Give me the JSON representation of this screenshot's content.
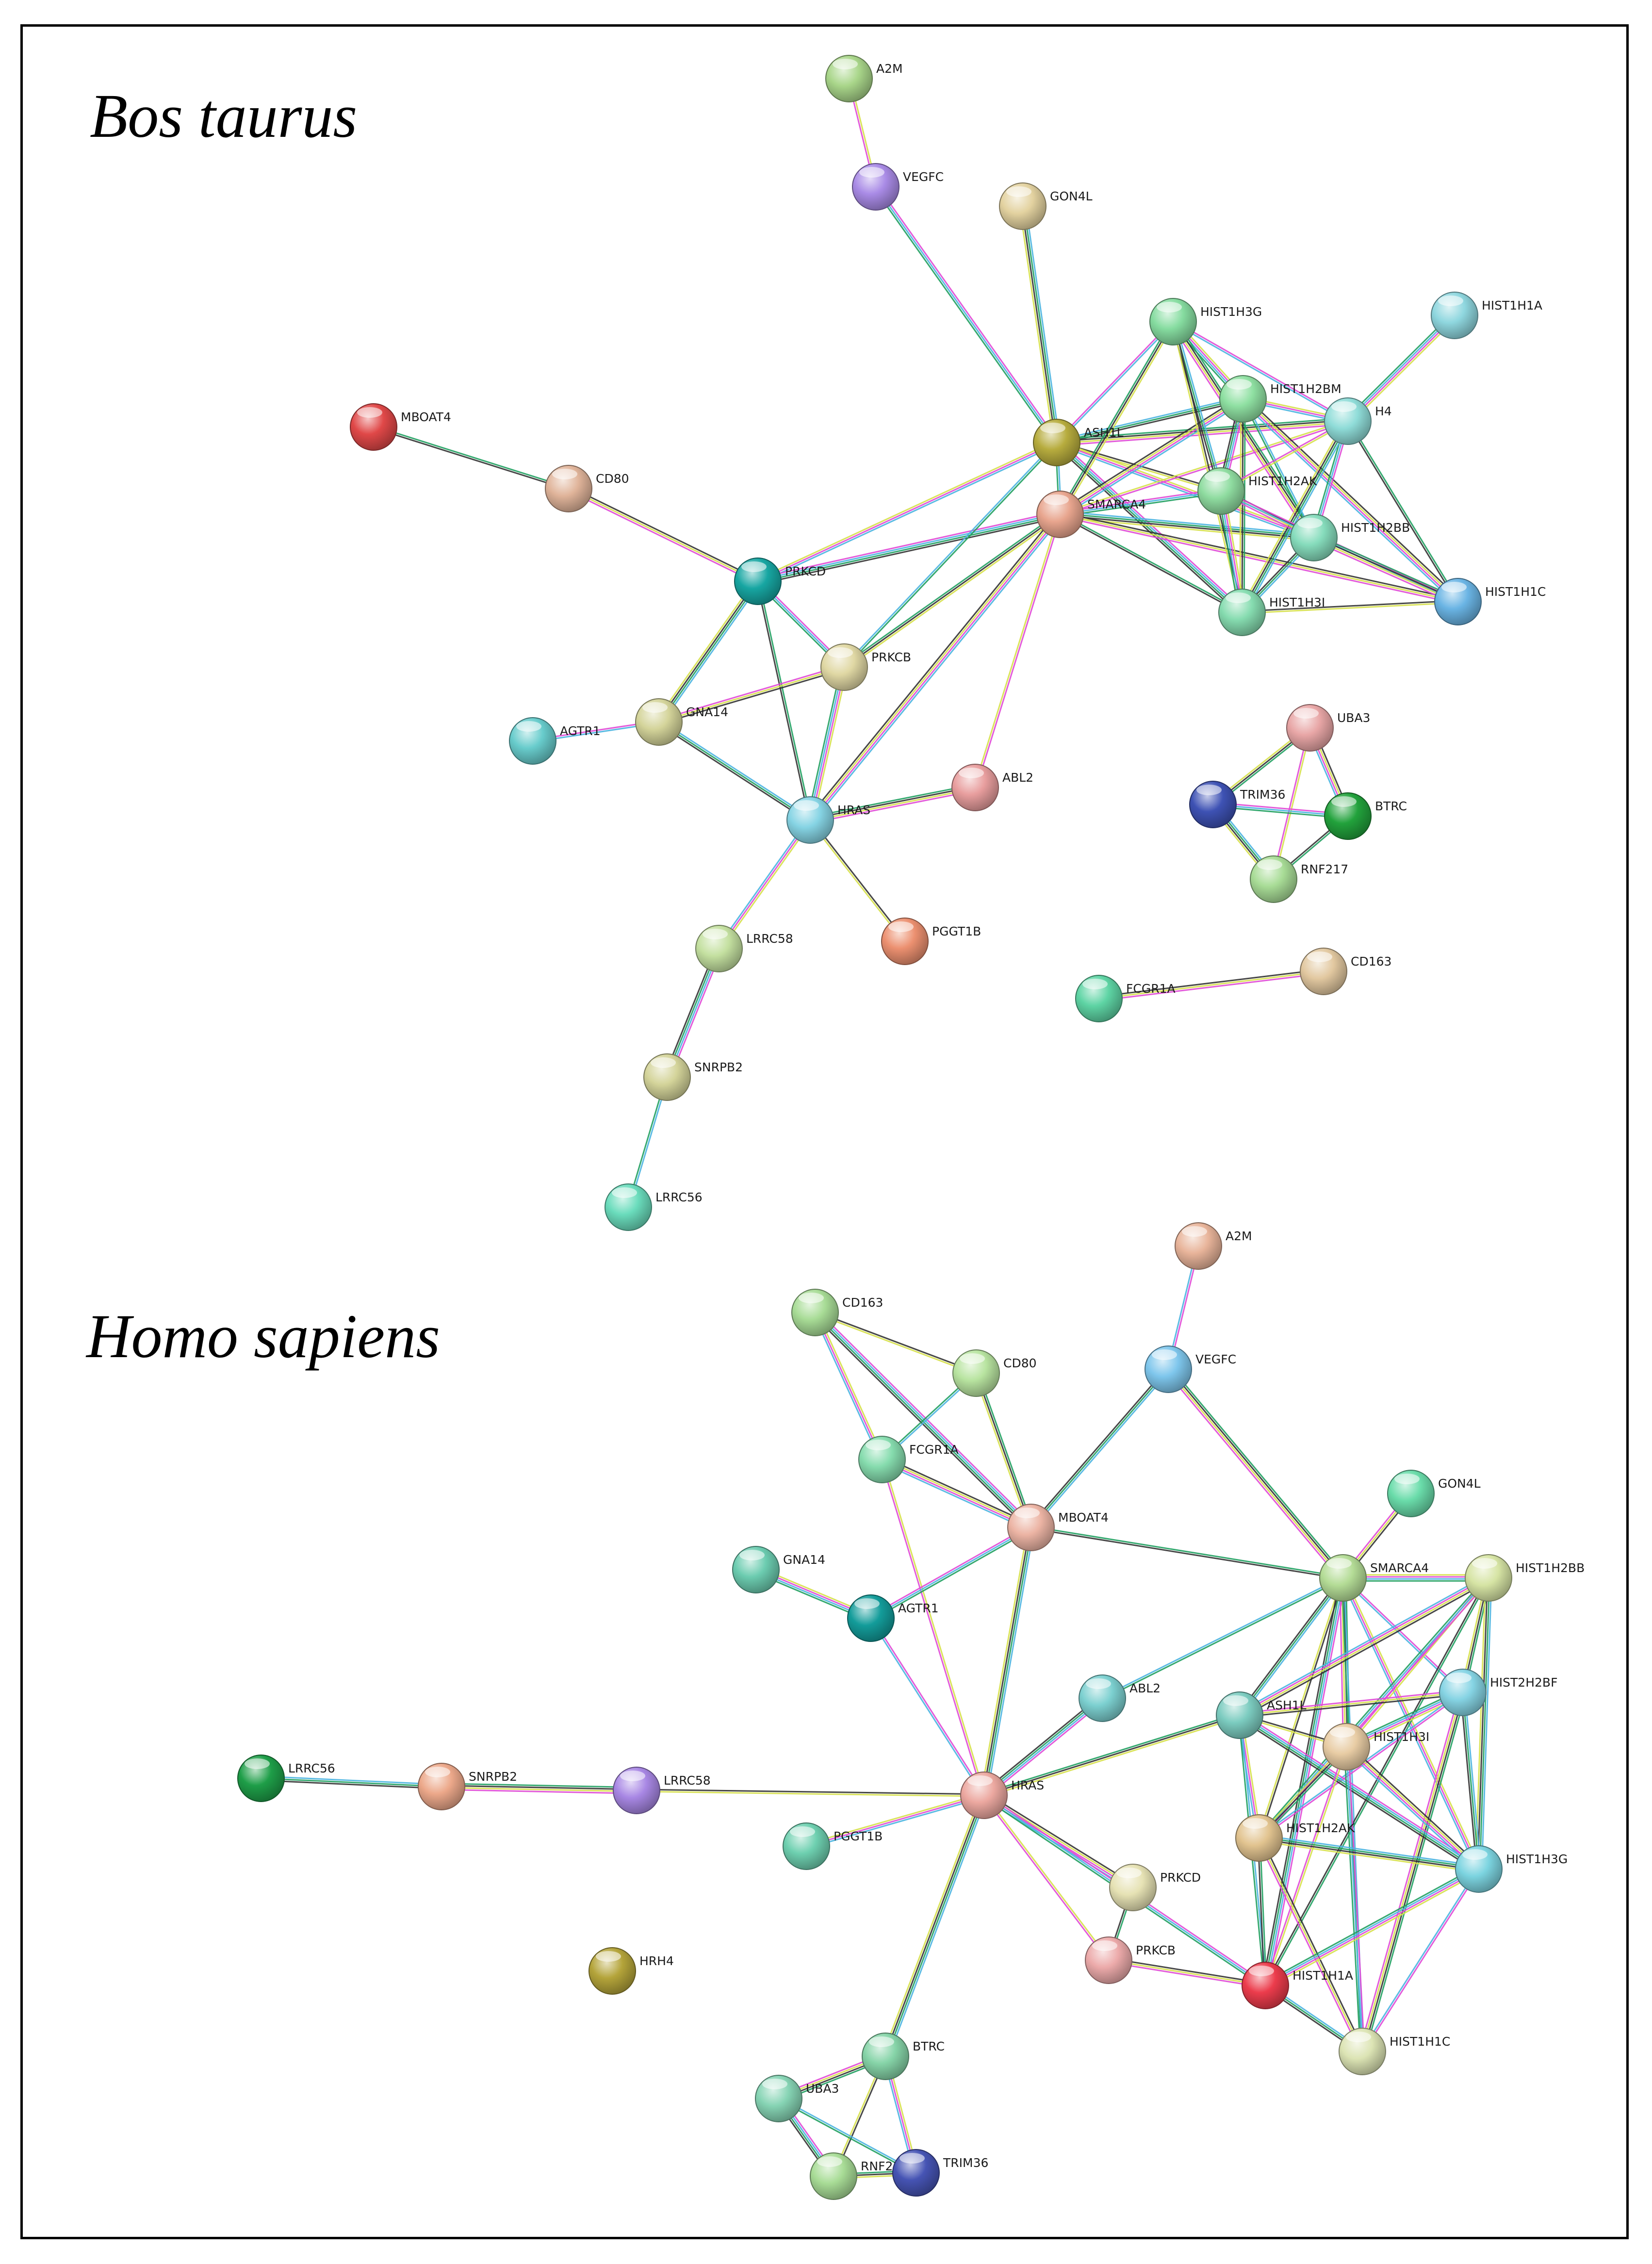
{
  "panels": [
    {
      "title": "Bos taurus",
      "nodes": [
        {
          "id": "A2M",
          "label": "A2M",
          "color": "#a9d68a"
        },
        {
          "id": "VEGFC",
          "label": "VEGFC",
          "color": "#a98be6"
        },
        {
          "id": "GON4L",
          "label": "GON4L",
          "color": "#e3d2a0"
        },
        {
          "id": "HIST1H3G",
          "label": "HIST1H3G",
          "color": "#86dca0"
        },
        {
          "id": "HIST1H1A",
          "label": "HIST1H1A",
          "color": "#8fd7df"
        },
        {
          "id": "HIST1H2BM",
          "label": "HIST1H2BM",
          "color": "#8fe0a2"
        },
        {
          "id": "H4",
          "label": "H4",
          "color": "#8fdcd8"
        },
        {
          "id": "MBOAT4",
          "label": "MBOAT4",
          "color": "#e04848"
        },
        {
          "id": "ASH1L",
          "label": "ASH1L",
          "color": "#b7ac3e"
        },
        {
          "id": "HIST1H2AK",
          "label": "HIST1H2AK",
          "color": "#8fdca0"
        },
        {
          "id": "CD80",
          "label": "CD80",
          "color": "#e0b49a"
        },
        {
          "id": "SMARCA4",
          "label": "SMARCA4",
          "color": "#e8a58e"
        },
        {
          "id": "HIST1H2BB",
          "label": "HIST1H2BB",
          "color": "#86dcbc"
        },
        {
          "id": "PRKCD",
          "label": "PRKCD",
          "color": "#17a6a2"
        },
        {
          "id": "HIST1H1C",
          "label": "HIST1H1C",
          "color": "#6ab4e4"
        },
        {
          "id": "HIST1H3I",
          "label": "HIST1H3I",
          "color": "#86dcb0"
        },
        {
          "id": "PRKCB",
          "label": "PRKCB",
          "color": "#e0d8a4"
        },
        {
          "id": "UBA3",
          "label": "UBA3",
          "color": "#e8a6a6"
        },
        {
          "id": "AGTR1",
          "label": "AGTR1",
          "color": "#68cccc"
        },
        {
          "id": "GNA14",
          "label": "GNA14",
          "color": "#d4d49a"
        },
        {
          "id": "TRIM36",
          "label": "TRIM36",
          "color": "#3e52b4"
        },
        {
          "id": "BTRC",
          "label": "BTRC",
          "color": "#22a23c"
        },
        {
          "id": "ABL2",
          "label": "ABL2",
          "color": "#e89e9e"
        },
        {
          "id": "HRAS",
          "label": "HRAS",
          "color": "#86d4e4"
        },
        {
          "id": "RNF217",
          "label": "RNF217",
          "color": "#a8dc96"
        },
        {
          "id": "LRRC58",
          "label": "LRRC58",
          "color": "#c4e0a0"
        },
        {
          "id": "PGGT1B",
          "label": "PGGT1B",
          "color": "#ec9070"
        },
        {
          "id": "CD163",
          "label": "CD163",
          "color": "#e2c8a0"
        },
        {
          "id": "FCGR1A",
          "label": "FCGR1A",
          "color": "#5ed4a4"
        },
        {
          "id": "SNRPB2",
          "label": "SNRPB2",
          "color": "#d4d49a"
        },
        {
          "id": "LRRC56",
          "label": "LRRC56",
          "color": "#6adcbc"
        }
      ],
      "edges": [
        [
          "A2M",
          "VEGFC"
        ],
        [
          "VEGFC",
          "ASH1L"
        ],
        [
          "GON4L",
          "ASH1L"
        ],
        [
          "MBOAT4",
          "CD80"
        ],
        [
          "CD80",
          "PRKCD"
        ],
        [
          "HIST1H1A",
          "H4"
        ],
        [
          "ASH1L",
          "HIST1H3G"
        ],
        [
          "ASH1L",
          "HIST1H2BM"
        ],
        [
          "ASH1L",
          "H4"
        ],
        [
          "ASH1L",
          "HIST1H2AK"
        ],
        [
          "ASH1L",
          "HIST1H2BB"
        ],
        [
          "ASH1L",
          "HIST1H3I"
        ],
        [
          "ASH1L",
          "SMARCA4"
        ],
        [
          "SMARCA4",
          "HIST1H3G"
        ],
        [
          "SMARCA4",
          "HIST1H2BM"
        ],
        [
          "SMARCA4",
          "H4"
        ],
        [
          "SMARCA4",
          "HIST1H2AK"
        ],
        [
          "SMARCA4",
          "HIST1H2BB"
        ],
        [
          "SMARCA4",
          "HIST1H3I"
        ],
        [
          "SMARCA4",
          "HIST1H1C"
        ],
        [
          "HIST1H3G",
          "HIST1H2BM"
        ],
        [
          "HIST1H3G",
          "H4"
        ],
        [
          "HIST1H3G",
          "HIST1H2AK"
        ],
        [
          "HIST1H3G",
          "HIST1H2BB"
        ],
        [
          "HIST1H3G",
          "HIST1H3I"
        ],
        [
          "HIST1H2BM",
          "H4"
        ],
        [
          "HIST1H2BM",
          "HIST1H2AK"
        ],
        [
          "HIST1H2BM",
          "HIST1H2BB"
        ],
        [
          "HIST1H2BM",
          "HIST1H3I"
        ],
        [
          "HIST1H2BM",
          "HIST1H1C"
        ],
        [
          "H4",
          "HIST1H2AK"
        ],
        [
          "H4",
          "HIST1H2BB"
        ],
        [
          "H4",
          "HIST1H3I"
        ],
        [
          "H4",
          "HIST1H1C"
        ],
        [
          "HIST1H2AK",
          "HIST1H2BB"
        ],
        [
          "HIST1H2AK",
          "HIST1H3I"
        ],
        [
          "HIST1H2AK",
          "HIST1H1C"
        ],
        [
          "HIST1H2BB",
          "HIST1H3I"
        ],
        [
          "HIST1H2BB",
          "HIST1H1C"
        ],
        [
          "HIST1H3I",
          "HIST1H1C"
        ],
        [
          "PRKCD",
          "ASH1L"
        ],
        [
          "PRKCD",
          "SMARCA4"
        ],
        [
          "PRKCB",
          "ASH1L"
        ],
        [
          "PRKCB",
          "SMARCA4"
        ],
        [
          "HRAS",
          "SMARCA4"
        ],
        [
          "ABL2",
          "SMARCA4"
        ],
        [
          "PRKCD",
          "PRKCB"
        ],
        [
          "PRKCD",
          "GNA14"
        ],
        [
          "PRKCD",
          "HRAS"
        ],
        [
          "PRKCB",
          "GNA14"
        ],
        [
          "PRKCB",
          "HRAS"
        ],
        [
          "AGTR1",
          "GNA14"
        ],
        [
          "GNA14",
          "HRAS"
        ],
        [
          "HRAS",
          "ABL2"
        ],
        [
          "HRAS",
          "PGGT1B"
        ],
        [
          "HRAS",
          "LRRC58"
        ],
        [
          "LRRC58",
          "SNRPB2"
        ],
        [
          "SNRPB2",
          "LRRC56"
        ],
        [
          "UBA3",
          "TRIM36"
        ],
        [
          "UBA3",
          "BTRC"
        ],
        [
          "UBA3",
          "RNF217"
        ],
        [
          "TRIM36",
          "BTRC"
        ],
        [
          "TRIM36",
          "RNF217"
        ],
        [
          "BTRC",
          "RNF217"
        ],
        [
          "FCGR1A",
          "CD163"
        ]
      ]
    },
    {
      "title": "Homo sapiens",
      "nodes": [
        {
          "id": "A2M",
          "label": "A2M",
          "color": "#e8b49a"
        },
        {
          "id": "CD163",
          "label": "CD163",
          "color": "#a8dc96"
        },
        {
          "id": "CD80",
          "label": "CD80",
          "color": "#b8e4a0"
        },
        {
          "id": "VEGFC",
          "label": "VEGFC",
          "color": "#7ec6ec"
        },
        {
          "id": "FCGR1A",
          "label": "FCGR1A",
          "color": "#86dcae"
        },
        {
          "id": "GON4L",
          "label": "GON4L",
          "color": "#6adcaa"
        },
        {
          "id": "MBOAT4",
          "label": "MBOAT4",
          "color": "#ecb4a4"
        },
        {
          "id": "GNA14",
          "label": "GNA14",
          "color": "#6cccb0"
        },
        {
          "id": "SMARCA4",
          "label": "SMARCA4",
          "color": "#b4dc96"
        },
        {
          "id": "HIST1H2BB",
          "label": "HIST1H2BB",
          "color": "#d6e4a4"
        },
        {
          "id": "AGTR1",
          "label": "AGTR1",
          "color": "#139c9a"
        },
        {
          "id": "HIST2H2BF",
          "label": "HIST2H2BF",
          "color": "#86d4e4"
        },
        {
          "id": "ABL2",
          "label": "ABL2",
          "color": "#7cd0d0"
        },
        {
          "id": "ASH1L",
          "label": "ASH1L",
          "color": "#7cccc0"
        },
        {
          "id": "HIST1H3I",
          "label": "HIST1H3I",
          "color": "#e8cca4"
        },
        {
          "id": "LRRC56",
          "label": "LRRC56",
          "color": "#1e9e48"
        },
        {
          "id": "SNRPB2",
          "label": "SNRPB2",
          "color": "#eca88a"
        },
        {
          "id": "LRRC58",
          "label": "LRRC58",
          "color": "#a887e4"
        },
        {
          "id": "HRAS",
          "label": "HRAS",
          "color": "#eca8a0"
        },
        {
          "id": "HIST1H2AK",
          "label": "HIST1H2AK",
          "color": "#e2c490"
        },
        {
          "id": "PGGT1B",
          "label": "PGGT1B",
          "color": "#6ed0b0"
        },
        {
          "id": "HIST1H3G",
          "label": "HIST1H3G",
          "color": "#7cd4e0"
        },
        {
          "id": "PRKCD",
          "label": "PRKCD",
          "color": "#e6e2b4"
        },
        {
          "id": "PRKCB",
          "label": "PRKCB",
          "color": "#ecaaaa"
        },
        {
          "id": "HRH4",
          "label": "HRH4",
          "color": "#b4a43a"
        },
        {
          "id": "HIST1H1A",
          "label": "HIST1H1A",
          "color": "#ec3c4c"
        },
        {
          "id": "BTRC",
          "label": "BTRC",
          "color": "#86d4a8"
        },
        {
          "id": "HIST1H1C",
          "label": "HIST1H1C",
          "color": "#dce4b4"
        },
        {
          "id": "UBA3",
          "label": "UBA3",
          "color": "#86d4b4"
        },
        {
          "id": "RNF217",
          "label": "RNF217",
          "color": "#a8dc96"
        },
        {
          "id": "TRIM36",
          "label": "TRIM36",
          "color": "#4654b4"
        }
      ],
      "edges": [
        [
          "A2M",
          "VEGFC"
        ],
        [
          "VEGFC",
          "MBOAT4"
        ],
        [
          "VEGFC",
          "SMARCA4"
        ],
        [
          "CD163",
          "CD80"
        ],
        [
          "CD163",
          "FCGR1A"
        ],
        [
          "CD163",
          "MBOAT4"
        ],
        [
          "CD80",
          "FCGR1A"
        ],
        [
          "CD80",
          "MBOAT4"
        ],
        [
          "FCGR1A",
          "MBOAT4"
        ],
        [
          "FCGR1A",
          "HRAS"
        ],
        [
          "AGTR1",
          "MBOAT4"
        ],
        [
          "MBOAT4",
          "HRAS"
        ],
        [
          "MBOAT4",
          "SMARCA4"
        ],
        [
          "GON4L",
          "SMARCA4"
        ],
        [
          "GNA14",
          "AGTR1"
        ],
        [
          "AGTR1",
          "HRAS"
        ],
        [
          "LRRC56",
          "SNRPB2"
        ],
        [
          "SNRPB2",
          "LRRC58"
        ],
        [
          "LRRC58",
          "HRAS"
        ],
        [
          "PGGT1B",
          "HRAS"
        ],
        [
          "ABL2",
          "HRAS"
        ],
        [
          "ABL2",
          "SMARCA4"
        ],
        [
          "HRAS",
          "ASH1L"
        ],
        [
          "HRAS",
          "PRKCD"
        ],
        [
          "HRAS",
          "PRKCB"
        ],
        [
          "HRAS",
          "HIST1H1A"
        ],
        [
          "HRAS",
          "BTRC"
        ],
        [
          "PRKCD",
          "PRKCB"
        ],
        [
          "PRKCB",
          "HIST1H1A"
        ],
        [
          "SMARCA4",
          "HIST1H2BB"
        ],
        [
          "SMARCA4",
          "HIST2H2BF"
        ],
        [
          "SMARCA4",
          "ASH1L"
        ],
        [
          "SMARCA4",
          "HIST1H3I"
        ],
        [
          "SMARCA4",
          "HIST1H2AK"
        ],
        [
          "SMARCA4",
          "HIST1H3G"
        ],
        [
          "SMARCA4",
          "HIST1H1A"
        ],
        [
          "SMARCA4",
          "HIST1H1C"
        ],
        [
          "HIST1H2BB",
          "HIST2H2BF"
        ],
        [
          "HIST1H2BB",
          "ASH1L"
        ],
        [
          "HIST1H2BB",
          "HIST1H3I"
        ],
        [
          "HIST1H2BB",
          "HIST1H2AK"
        ],
        [
          "HIST1H2BB",
          "HIST1H3G"
        ],
        [
          "HIST1H2BB",
          "HIST1H1A"
        ],
        [
          "HIST2H2BF",
          "ASH1L"
        ],
        [
          "HIST2H2BF",
          "HIST1H3I"
        ],
        [
          "HIST2H2BF",
          "HIST1H2AK"
        ],
        [
          "HIST2H2BF",
          "HIST1H3G"
        ],
        [
          "HIST2H2BF",
          "HIST1H1C"
        ],
        [
          "ASH1L",
          "HIST1H3I"
        ],
        [
          "ASH1L",
          "HIST1H2AK"
        ],
        [
          "ASH1L",
          "HIST1H3G"
        ],
        [
          "ASH1L",
          "HIST1H1A"
        ],
        [
          "HIST1H3I",
          "HIST1H2AK"
        ],
        [
          "HIST1H3I",
          "HIST1H3G"
        ],
        [
          "HIST1H3I",
          "HIST1H1A"
        ],
        [
          "HIST1H3I",
          "HIST1H1C"
        ],
        [
          "HIST1H2AK",
          "HIST1H3G"
        ],
        [
          "HIST1H2AK",
          "HIST1H1A"
        ],
        [
          "HIST1H2AK",
          "HIST1H1C"
        ],
        [
          "HIST1H3G",
          "HIST1H1A"
        ],
        [
          "HIST1H3G",
          "HIST1H1C"
        ],
        [
          "HIST1H1A",
          "HIST1H1C"
        ],
        [
          "BTRC",
          "UBA3"
        ],
        [
          "BTRC",
          "RNF217"
        ],
        [
          "BTRC",
          "TRIM36"
        ],
        [
          "UBA3",
          "RNF217"
        ],
        [
          "UBA3",
          "TRIM36"
        ],
        [
          "RNF217",
          "TRIM36"
        ]
      ]
    }
  ],
  "edge_colors": [
    "#d6e04a",
    "#e04ad6",
    "#4ab4e0",
    "#20a060",
    "#333333"
  ]
}
